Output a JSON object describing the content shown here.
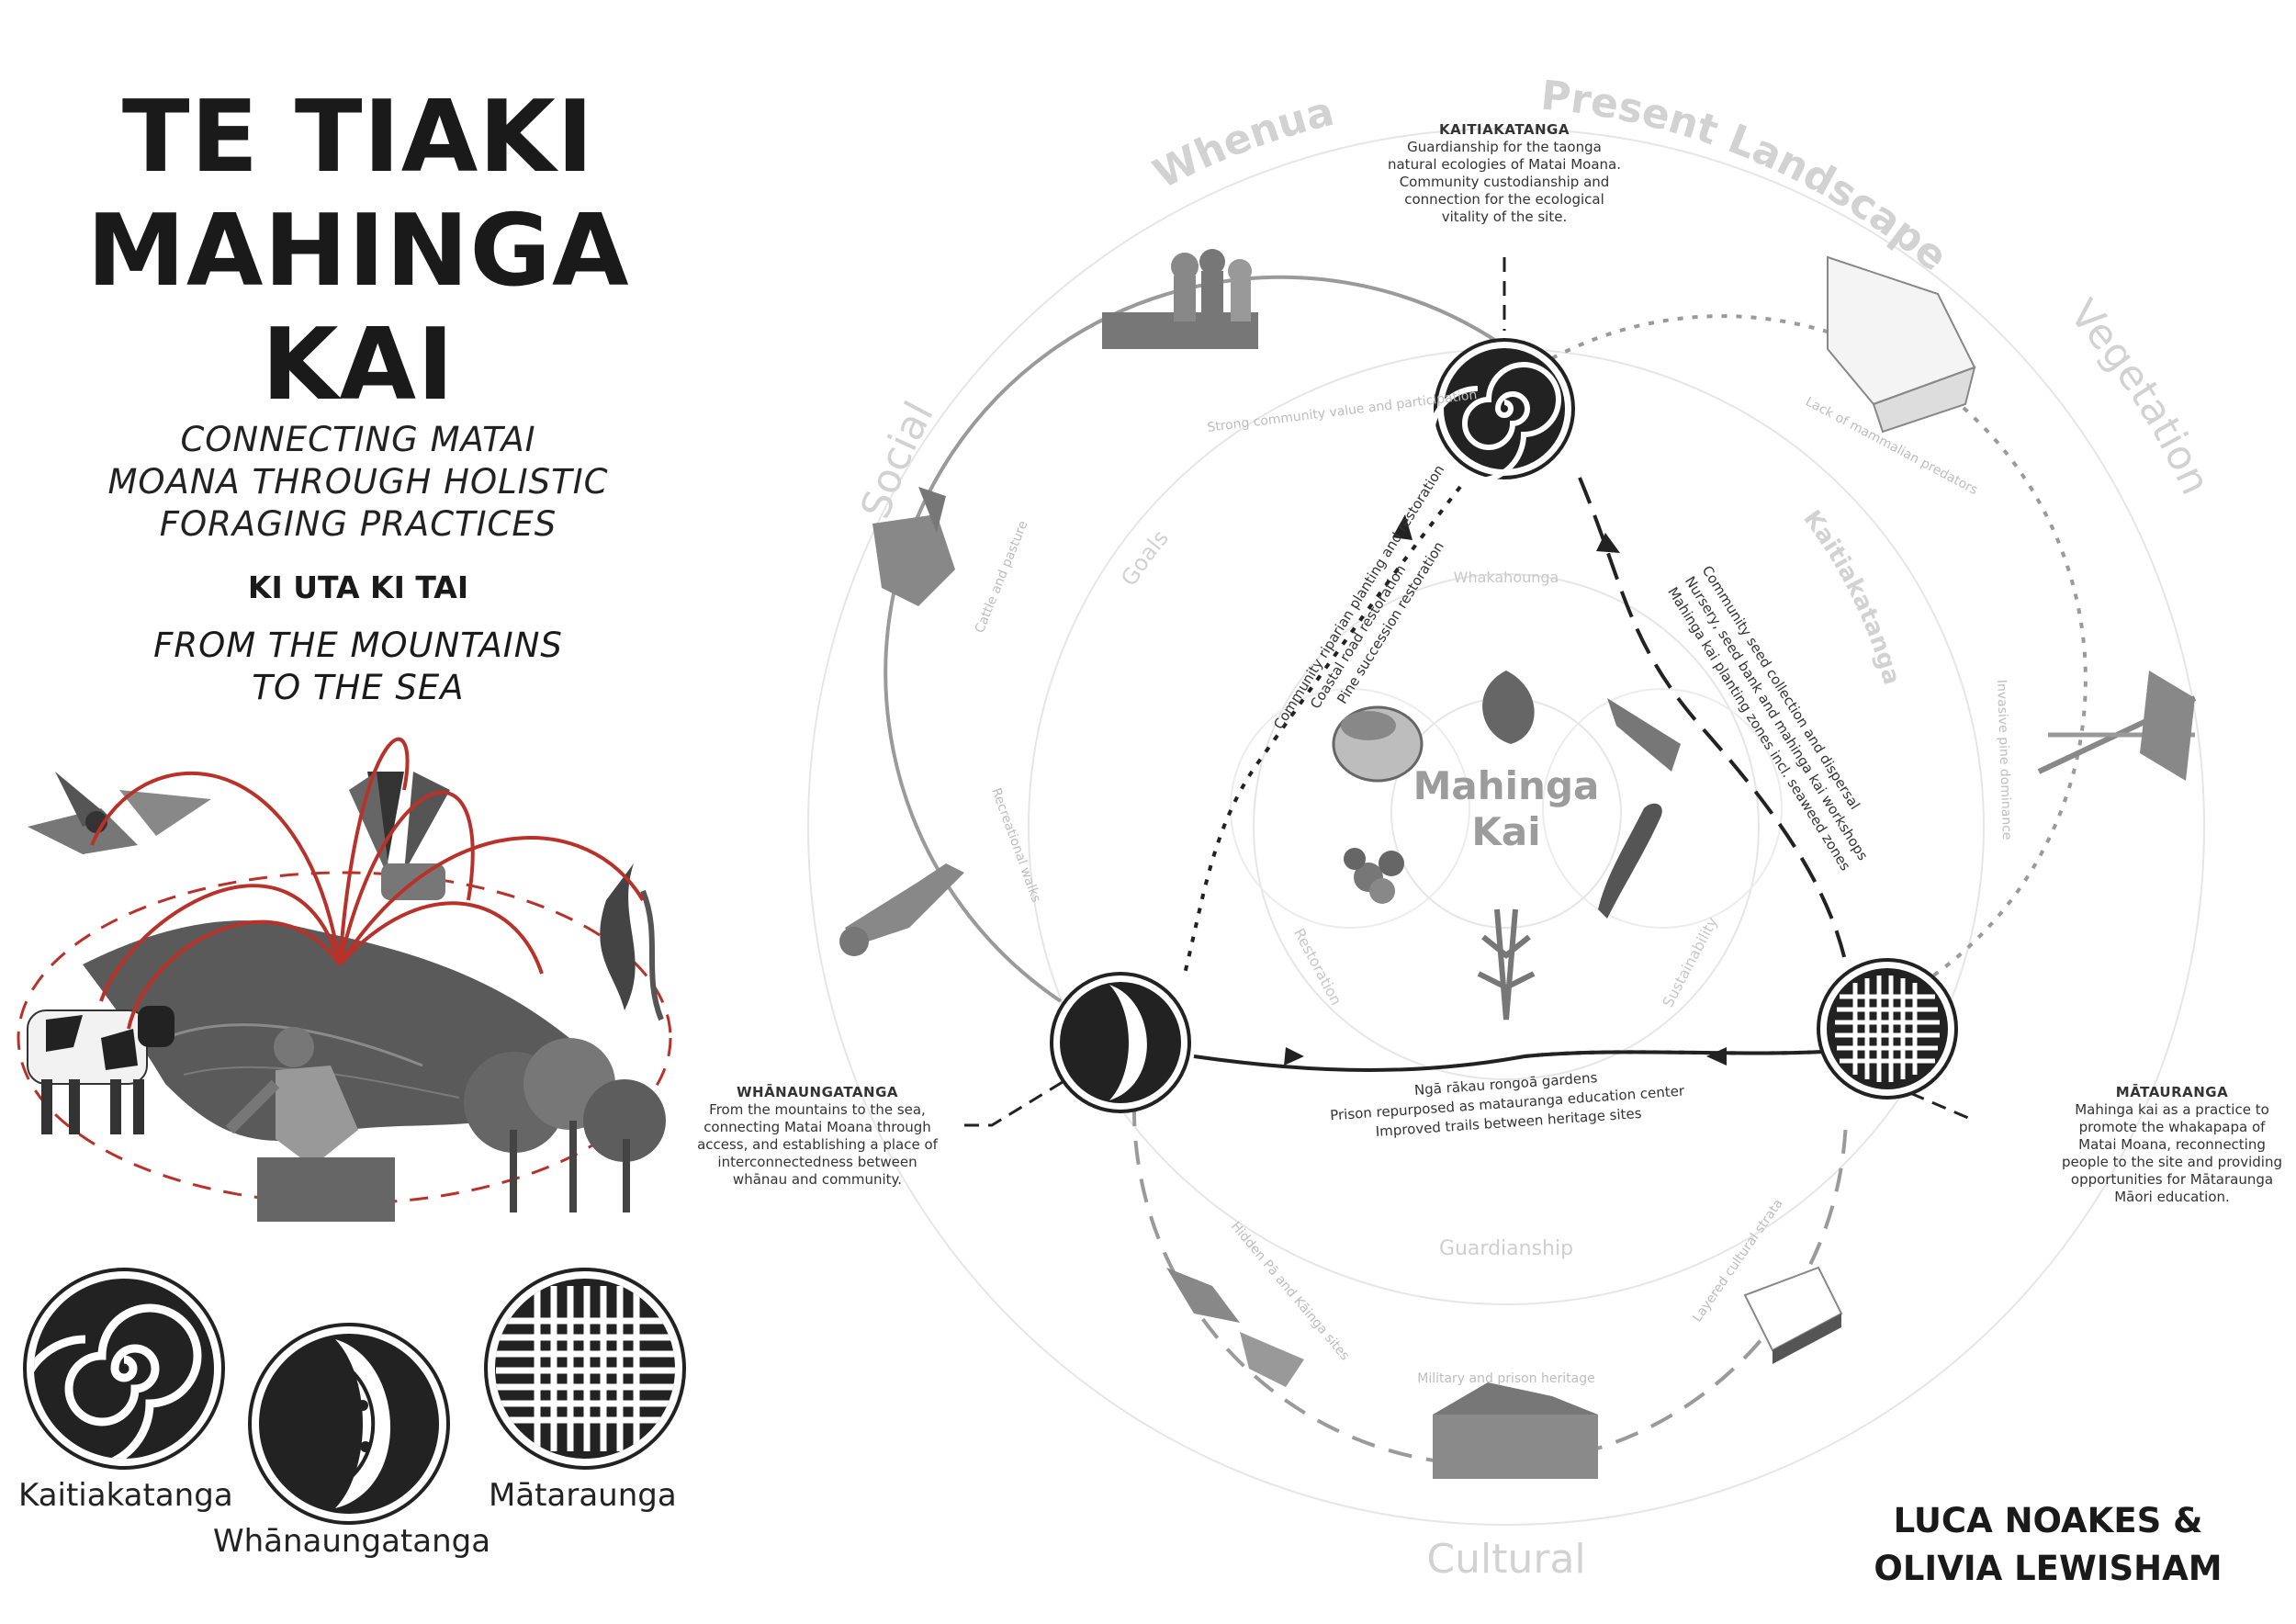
{
  "title": {
    "line1": "TE TIAKI",
    "line2": "MAHINGA",
    "line3": "KAI"
  },
  "subtitle": {
    "line1": "CONNECTING MATAI",
    "line2": "MOANA THROUGH HOLISTIC",
    "line3": "FORAGING PRACTICES"
  },
  "motto": "KI UTA KI TAI",
  "motto_translation": {
    "line1": "FROM THE MOUNTAINS",
    "line2": "TO THE SEA"
  },
  "symbols": {
    "kaitiakatanga": "Kaitiakatanga",
    "whanaungatanga": "Whānaungatanga",
    "mataraunga": "Mātaraunga"
  },
  "authors": {
    "line1": "LUCA NOAKES &",
    "line2": "OLIVIA LEWISHAM"
  },
  "diagram": {
    "center": {
      "line1": "Mahinga",
      "line2": "Kai"
    },
    "outer_ring": {
      "whenua": "Whenua",
      "present_landscape": "Present Landscape",
      "vegetation": "Vegetation",
      "social": "Social",
      "cultural": "Cultural"
    },
    "middle_ring": {
      "goals": "Goals",
      "kaitiakatanga": "Kaitiakatanga",
      "guardianship": "Guardianship"
    },
    "inner_ring": {
      "whakahounga": "Whakahounga",
      "restoration": "Restoration",
      "sustainability": "Sustainability"
    },
    "notes": {
      "community": "Strong community value and participation",
      "predators": "Lack of mammalian predators",
      "cattle": "Cattle and pasture",
      "pine": "Invasive pine dominance",
      "walks": "Recreational walks",
      "pa": "Hidden Pā and Kāinga sites",
      "strata": "Layered cultural strata",
      "military": "Military and prison heritage"
    },
    "goals_left": {
      "line1": "Community riparian planting and restoration",
      "line2": "Coastal road restoration",
      "line3": "Pine succession restoration"
    },
    "goals_right": {
      "line1": "Community seed collection and dispersal",
      "line2": "Nursery, seed bank and mahinga kai workshops",
      "line3": "Mahinga kai planting zones incl. seaweed zones"
    },
    "goals_bottom": {
      "line1": "Ngā rākau rongoā gardens",
      "line2": "Prison repurposed as matauranga education center",
      "line3": "Improved trails between heritage sites"
    },
    "callouts": {
      "kaitiakatanga": {
        "heading": "KAITIAKATANGA",
        "line1": "Guardianship for the taonga",
        "line2": "natural ecologies of Matai Moana.",
        "line3": "Community custodianship and",
        "line4": "connection for the ecological",
        "line5": "vitality of the site."
      },
      "whanaungatanga": {
        "heading": "WHĀNAUNGATANGA",
        "line1": "From the mountains to the sea,",
        "line2": "connecting Matai Moana through",
        "line3": "access, and establishing a place of",
        "line4": "interconnectedness between",
        "line5": "whānau and community."
      },
      "mataraunga": {
        "heading": "MĀTAURANGA",
        "line1": "Mahinga kai as a practice to",
        "line2": "promote the whakapapa of",
        "line3": "Matai Moana, reconnecting",
        "line4": "people to the site and providing",
        "line5": "opportunities for Mātaraunga",
        "line6": "Māori education."
      }
    }
  },
  "colors": {
    "accent_red": "#b8322a",
    "ink": "#1a1a1a",
    "ring_grey": "#e2e2e2",
    "label_grey": "#cfcfcf"
  }
}
